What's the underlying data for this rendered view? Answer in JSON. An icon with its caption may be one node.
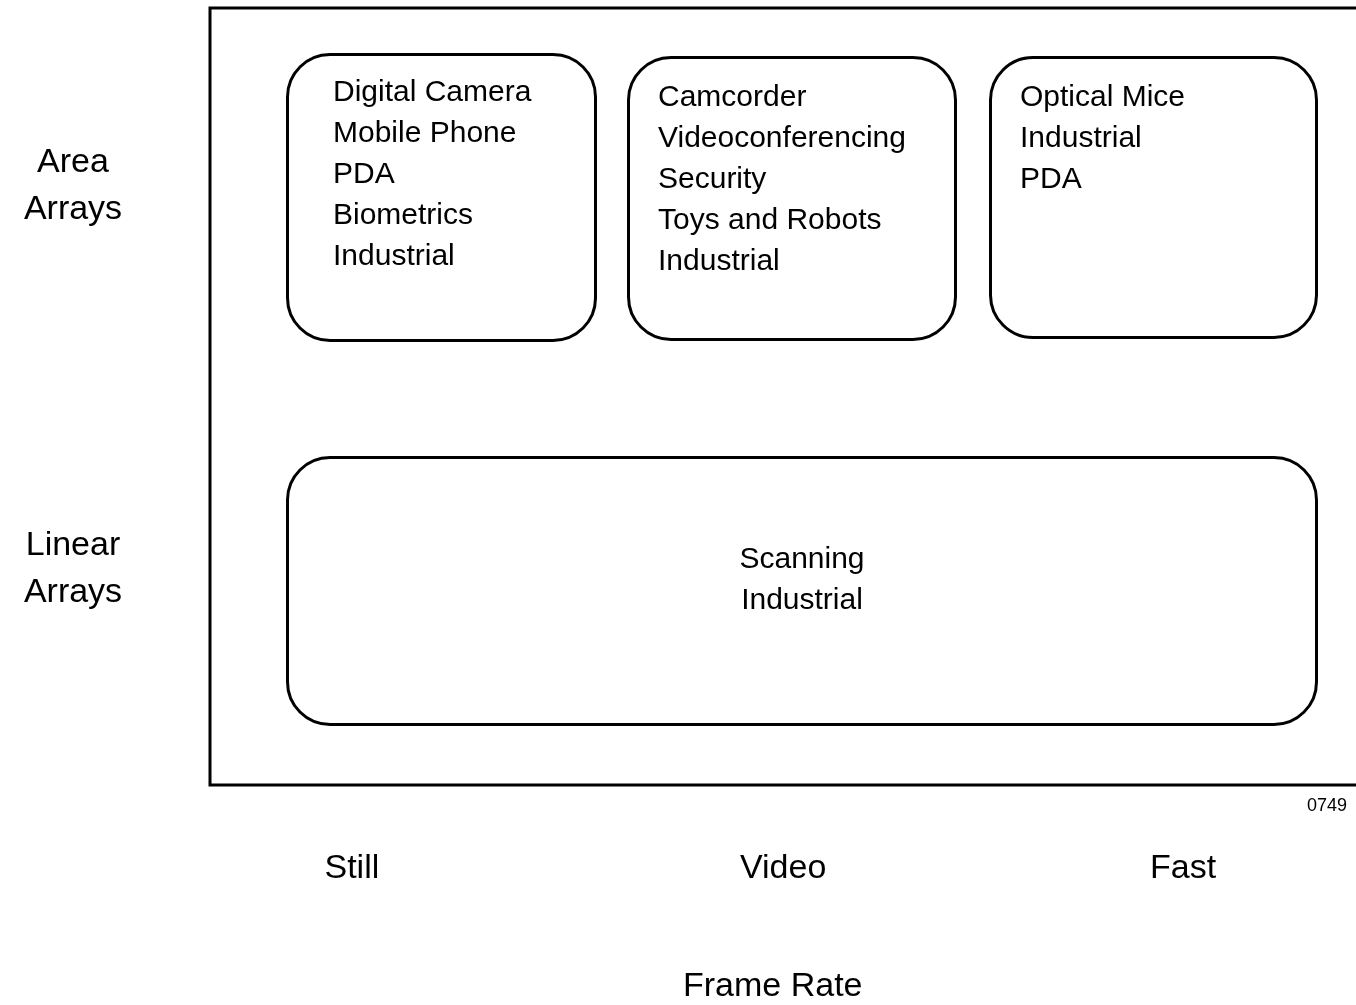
{
  "diagram": {
    "nodes": [
      {
        "text": [
          "Digital Camera",
          "Mobile Phone",
          "PDA",
          "Biometrics",
          "Industrial"
        ]
      },
      {
        "text": [
          "Camcorder",
          "Videoconferencing",
          "Security",
          "Toys and Robots",
          "Industrial"
        ]
      },
      {
        "text": [
          "Optical Mice",
          "Industrial",
          "PDA"
        ]
      },
      {
        "text": [
          "Scanning",
          "Industrial"
        ]
      }
    ],
    "edges": [],
    "labels": [
      "Area Arrays",
      "Linear Arrays",
      "0749",
      "Still",
      "Video",
      "Fast",
      "Frame Rate"
    ]
  }
}
